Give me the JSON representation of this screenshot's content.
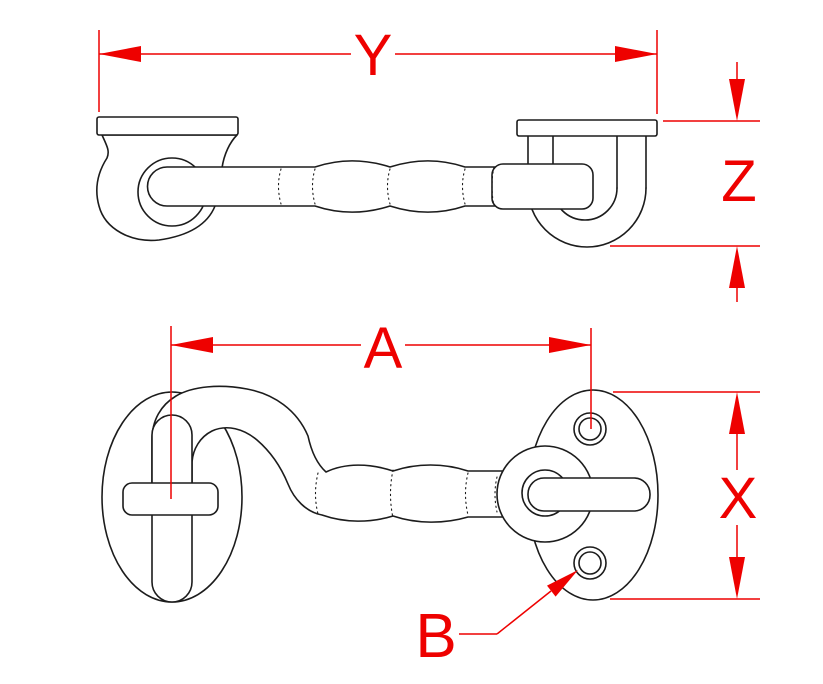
{
  "labels": {
    "overall_length": "Y",
    "overall_height": "Z",
    "hook_length": "A",
    "pad_height": "X",
    "screw_hole": "B"
  },
  "colors": {
    "background": "#ffffff",
    "line": "#1c1c1c",
    "dimension": "#ee0100"
  }
}
